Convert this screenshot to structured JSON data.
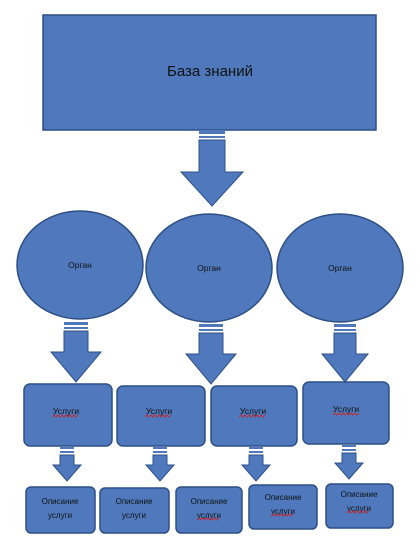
{
  "diagram": {
    "root": {
      "label": "База знаний"
    },
    "organs": [
      {
        "label": "Орган"
      },
      {
        "label": "Орган"
      },
      {
        "label": "Орган"
      }
    ],
    "services": [
      {
        "label": "Услуги"
      },
      {
        "label": "Услуги"
      },
      {
        "label": "Услуги"
      },
      {
        "label": "Услуги"
      }
    ],
    "descriptions": [
      {
        "line1": "Описание",
        "line2": "услуги"
      },
      {
        "line1": "Описание",
        "line2": "услуги"
      },
      {
        "line1": "Описание",
        "line2": "услуги"
      },
      {
        "line1": "Описание",
        "line2": "услуги"
      },
      {
        "line1": "Описание",
        "line2": "услуги"
      }
    ]
  },
  "colors": {
    "shape_fill": "#4f79bc",
    "shape_stroke": "#2d4f86",
    "text": "#111111",
    "spellcheck_underline": "#d21f1f"
  }
}
